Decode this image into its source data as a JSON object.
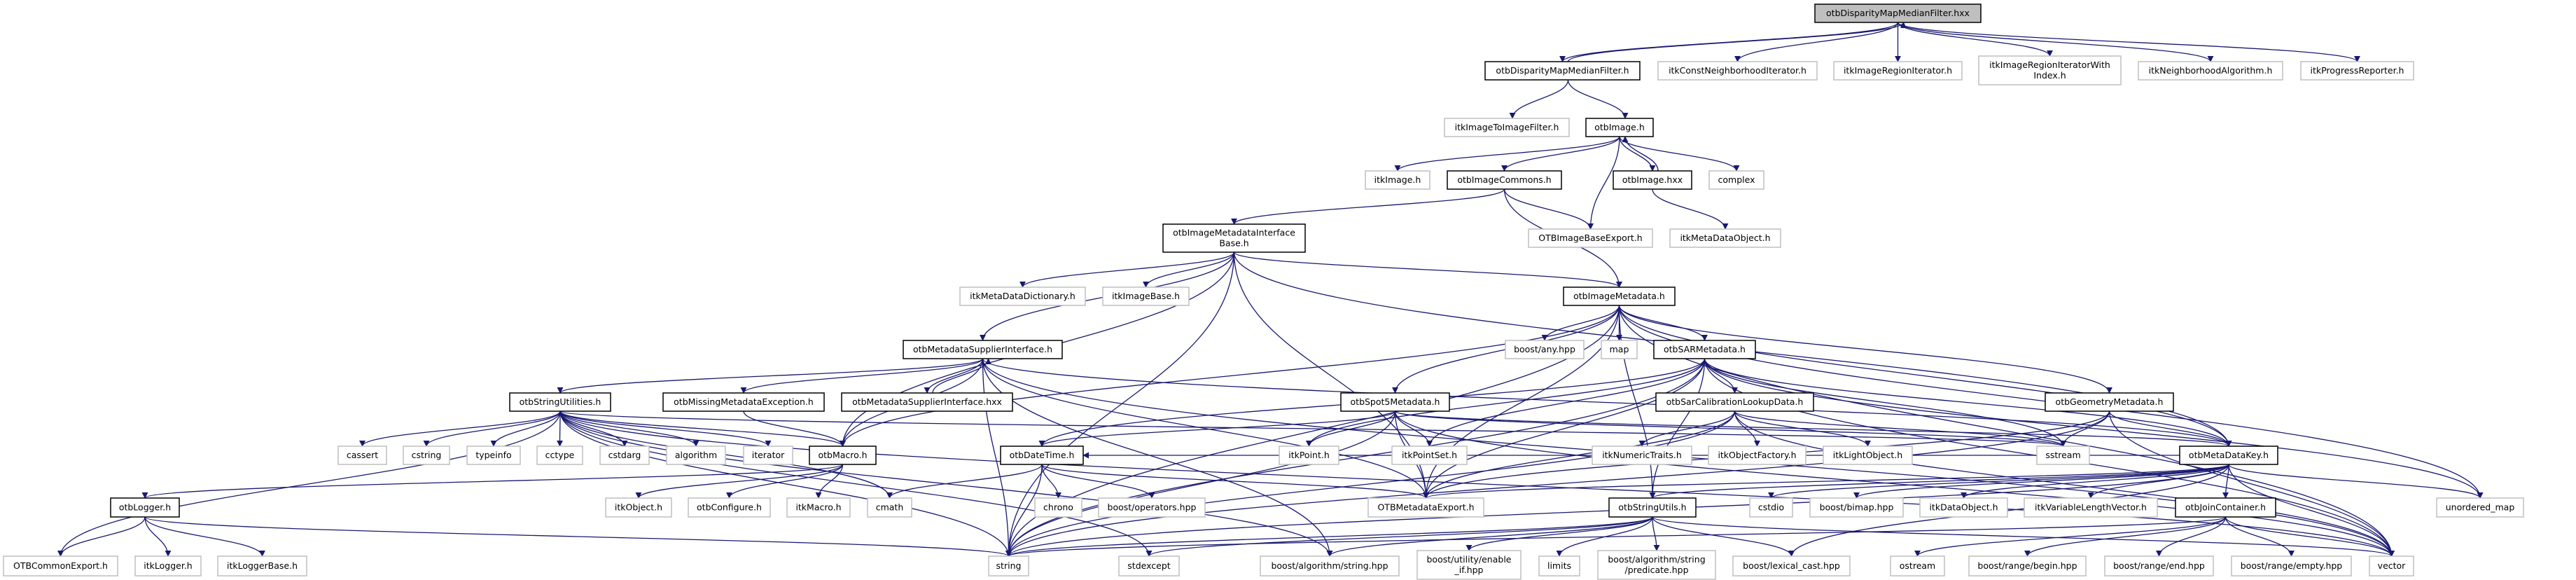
{
  "colors": {
    "edge": "#191970",
    "root_fill": "#bfbfbf",
    "documented_border": "#000000",
    "external_border": "#bfbfbf"
  },
  "nodes": [
    {
      "id": "root",
      "lines": [
        "otbDisparityMapMedianFilter.hxx"
      ],
      "kind": "root"
    },
    {
      "id": "dmmf_h",
      "lines": [
        "otbDisparityMapMedianFilter.h"
      ],
      "kind": "documented"
    },
    {
      "id": "itkConstNeighborhoodIterator",
      "lines": [
        "itkConstNeighborhoodIterator.h"
      ],
      "kind": "external"
    },
    {
      "id": "itkImageRegionIterator",
      "lines": [
        "itkImageRegionIterator.h"
      ],
      "kind": "external"
    },
    {
      "id": "itkImageRegionIteratorWithIndex",
      "lines": [
        "itkImageRegionIteratorWith",
        "Index.h"
      ],
      "kind": "external"
    },
    {
      "id": "itkNeighborhoodAlgorithm",
      "lines": [
        "itkNeighborhoodAlgorithm.h"
      ],
      "kind": "external"
    },
    {
      "id": "itkProgressReporter",
      "lines": [
        "itkProgressReporter.h"
      ],
      "kind": "external"
    },
    {
      "id": "itkImageToImageFilter",
      "lines": [
        "itkImageToImageFilter.h"
      ],
      "kind": "external"
    },
    {
      "id": "otbImage_h",
      "lines": [
        "otbImage.h"
      ],
      "kind": "documented"
    },
    {
      "id": "itkImage",
      "lines": [
        "itkImage.h"
      ],
      "kind": "external"
    },
    {
      "id": "otbImageCommons",
      "lines": [
        "otbImageCommons.h"
      ],
      "kind": "documented"
    },
    {
      "id": "otbImage_hxx",
      "lines": [
        "otbImage.hxx"
      ],
      "kind": "documented"
    },
    {
      "id": "complex",
      "lines": [
        "complex"
      ],
      "kind": "external"
    },
    {
      "id": "otbImageMetadataInterfaceBase",
      "lines": [
        "otbImageMetadataInterface",
        "Base.h"
      ],
      "kind": "documented"
    },
    {
      "id": "OTBImageBaseExport",
      "lines": [
        "OTBImageBaseExport.h"
      ],
      "kind": "external"
    },
    {
      "id": "itkMetaDataObject",
      "lines": [
        "itkMetaDataObject.h"
      ],
      "kind": "external"
    },
    {
      "id": "itkMetaDataDictionary",
      "lines": [
        "itkMetaDataDictionary.h"
      ],
      "kind": "external"
    },
    {
      "id": "itkImageBase",
      "lines": [
        "itkImageBase.h"
      ],
      "kind": "external"
    },
    {
      "id": "otbImageMetadata",
      "lines": [
        "otbImageMetadata.h"
      ],
      "kind": "documented"
    },
    {
      "id": "otbMetadataSupplierInterface_h",
      "lines": [
        "otbMetadataSupplierInterface.h"
      ],
      "kind": "documented"
    },
    {
      "id": "boost_any",
      "lines": [
        "boost/any.hpp"
      ],
      "kind": "external"
    },
    {
      "id": "map",
      "lines": [
        "map"
      ],
      "kind": "external"
    },
    {
      "id": "otbSARMetadata",
      "lines": [
        "otbSARMetadata.h"
      ],
      "kind": "documented"
    },
    {
      "id": "otbStringUtilities",
      "lines": [
        "otbStringUtilities.h"
      ],
      "kind": "documented"
    },
    {
      "id": "otbMissingMetadataException",
      "lines": [
        "otbMissingMetadataException.h"
      ],
      "kind": "documented"
    },
    {
      "id": "otbMetadataSupplierInterface_hxx",
      "lines": [
        "otbMetadataSupplierInterface.hxx"
      ],
      "kind": "documented"
    },
    {
      "id": "otbSpot5Metadata",
      "lines": [
        "otbSpot5Metadata.h"
      ],
      "kind": "documented"
    },
    {
      "id": "otbSarCalibrationLookupData",
      "lines": [
        "otbSarCalibrationLookupData.h"
      ],
      "kind": "documented"
    },
    {
      "id": "otbGeometryMetadata",
      "lines": [
        "otbGeometryMetadata.h"
      ],
      "kind": "documented"
    },
    {
      "id": "cassert",
      "lines": [
        "cassert"
      ],
      "kind": "external"
    },
    {
      "id": "cstring",
      "lines": [
        "cstring"
      ],
      "kind": "external"
    },
    {
      "id": "typeinfo",
      "lines": [
        "typeinfo"
      ],
      "kind": "external"
    },
    {
      "id": "cctype",
      "lines": [
        "cctype"
      ],
      "kind": "external"
    },
    {
      "id": "cstdarg",
      "lines": [
        "cstdarg"
      ],
      "kind": "external"
    },
    {
      "id": "algorithm",
      "lines": [
        "algorithm"
      ],
      "kind": "external"
    },
    {
      "id": "iterator",
      "lines": [
        "iterator"
      ],
      "kind": "external"
    },
    {
      "id": "otbMacro",
      "lines": [
        "otbMacro.h"
      ],
      "kind": "documented"
    },
    {
      "id": "otbDateTime",
      "lines": [
        "otbDateTime.h"
      ],
      "kind": "documented"
    },
    {
      "id": "itkPoint",
      "lines": [
        "itkPoint.h"
      ],
      "kind": "external"
    },
    {
      "id": "itkPointSet",
      "lines": [
        "itkPointSet.h"
      ],
      "kind": "external"
    },
    {
      "id": "itkNumericTraits",
      "lines": [
        "itkNumericTraits.h"
      ],
      "kind": "external"
    },
    {
      "id": "itkObjectFactory",
      "lines": [
        "itkObjectFactory.h"
      ],
      "kind": "external"
    },
    {
      "id": "itkLightObject",
      "lines": [
        "itkLightObject.h"
      ],
      "kind": "external"
    },
    {
      "id": "sstream",
      "lines": [
        "sstream"
      ],
      "kind": "external"
    },
    {
      "id": "otbMetaDataKey",
      "lines": [
        "otbMetaDataKey.h"
      ],
      "kind": "documented"
    },
    {
      "id": "otbLogger",
      "lines": [
        "otbLogger.h"
      ],
      "kind": "documented"
    },
    {
      "id": "itkObject",
      "lines": [
        "itkObject.h"
      ],
      "kind": "external"
    },
    {
      "id": "otbConfigure",
      "lines": [
        "otbConfigure.h"
      ],
      "kind": "external"
    },
    {
      "id": "itkMacro",
      "lines": [
        "itkMacro.h"
      ],
      "kind": "external"
    },
    {
      "id": "cmath",
      "lines": [
        "cmath"
      ],
      "kind": "external"
    },
    {
      "id": "chrono",
      "lines": [
        "chrono"
      ],
      "kind": "external"
    },
    {
      "id": "boost_operators",
      "lines": [
        "boost/operators.hpp"
      ],
      "kind": "external"
    },
    {
      "id": "OTBMetadataExport",
      "lines": [
        "OTBMetadataExport.h"
      ],
      "kind": "external"
    },
    {
      "id": "otbStringUtils",
      "lines": [
        "otbStringUtils.h"
      ],
      "kind": "documented"
    },
    {
      "id": "cstdio",
      "lines": [
        "cstdio"
      ],
      "kind": "external"
    },
    {
      "id": "boost_bimap",
      "lines": [
        "boost/bimap.hpp"
      ],
      "kind": "external"
    },
    {
      "id": "itkDataObject",
      "lines": [
        "itkDataObject.h"
      ],
      "kind": "external"
    },
    {
      "id": "itkVariableLengthVector",
      "lines": [
        "itkVariableLengthVector.h"
      ],
      "kind": "external"
    },
    {
      "id": "otbJoinContainer",
      "lines": [
        "otbJoinContainer.h"
      ],
      "kind": "documented"
    },
    {
      "id": "unordered_map",
      "lines": [
        "unordered_map"
      ],
      "kind": "external"
    },
    {
      "id": "OTBCommonExport",
      "lines": [
        "OTBCommonExport.h"
      ],
      "kind": "external"
    },
    {
      "id": "itkLogger",
      "lines": [
        "itkLogger.h"
      ],
      "kind": "external"
    },
    {
      "id": "itkLoggerBase",
      "lines": [
        "itkLoggerBase.h"
      ],
      "kind": "external"
    },
    {
      "id": "string",
      "lines": [
        "string"
      ],
      "kind": "external"
    },
    {
      "id": "stdexcept",
      "lines": [
        "stdexcept"
      ],
      "kind": "external"
    },
    {
      "id": "boost_algorithm_string",
      "lines": [
        "boost/algorithm/string.hpp"
      ],
      "kind": "external"
    },
    {
      "id": "boost_enable_if",
      "lines": [
        "boost/utility/enable",
        "_if.hpp"
      ],
      "kind": "external"
    },
    {
      "id": "limits",
      "lines": [
        "limits"
      ],
      "kind": "external"
    },
    {
      "id": "boost_predicate",
      "lines": [
        "boost/algorithm/string",
        "/predicate.hpp"
      ],
      "kind": "external"
    },
    {
      "id": "boost_lexical_cast",
      "lines": [
        "boost/lexical_cast.hpp"
      ],
      "kind": "external"
    },
    {
      "id": "ostream",
      "lines": [
        "ostream"
      ],
      "kind": "external"
    },
    {
      "id": "boost_range_begin",
      "lines": [
        "boost/range/begin.hpp"
      ],
      "kind": "external"
    },
    {
      "id": "boost_range_end",
      "lines": [
        "boost/range/end.hpp"
      ],
      "kind": "external"
    },
    {
      "id": "boost_range_empty",
      "lines": [
        "boost/range/empty.hpp"
      ],
      "kind": "external"
    },
    {
      "id": "vector",
      "lines": [
        "vector"
      ],
      "kind": "external"
    }
  ],
  "edges": [
    [
      "root",
      "dmmf_h"
    ],
    [
      "dmmf_h",
      "root"
    ],
    [
      "root",
      "itkConstNeighborhoodIterator"
    ],
    [
      "root",
      "itkImageRegionIterator"
    ],
    [
      "root",
      "itkImageRegionIteratorWithIndex"
    ],
    [
      "root",
      "itkNeighborhoodAlgorithm"
    ],
    [
      "root",
      "itkProgressReporter"
    ],
    [
      "dmmf_h",
      "itkImageToImageFilter"
    ],
    [
      "dmmf_h",
      "otbImage_h"
    ],
    [
      "otbImage_h",
      "itkImage"
    ],
    [
      "otbImage_h",
      "otbImageCommons"
    ],
    [
      "otbImage_h",
      "OTBImageBaseExport"
    ],
    [
      "otbImage_h",
      "otbImage_hxx"
    ],
    [
      "otbImage_h",
      "complex"
    ],
    [
      "otbImage_hxx",
      "otbImage_h"
    ],
    [
      "otbImage_hxx",
      "itkMetaDataObject"
    ],
    [
      "otbImageCommons",
      "otbImageMetadataInterfaceBase"
    ],
    [
      "otbImageCommons",
      "OTBImageBaseExport"
    ],
    [
      "otbImageCommons",
      "otbImageMetadata"
    ],
    [
      "otbImageMetadataInterfaceBase",
      "itkMetaDataDictionary"
    ],
    [
      "otbImageMetadataInterfaceBase",
      "itkImageBase"
    ],
    [
      "otbImageMetadataInterfaceBase",
      "otbMetadataSupplierInterface_h"
    ],
    [
      "otbImageMetadataInterfaceBase",
      "OTBMetadataExport"
    ],
    [
      "otbImageMetadataInterfaceBase",
      "otbImageMetadata"
    ],
    [
      "otbImageMetadataInterfaceBase",
      "otbMetaDataKey"
    ],
    [
      "otbImageMetadataInterfaceBase",
      "string"
    ],
    [
      "otbImageMetadataInterfaceBase",
      "otbMacro"
    ],
    [
      "otbMetadataSupplierInterface_h",
      "otbStringUtilities"
    ],
    [
      "otbMetadataSupplierInterface_h",
      "otbMissingMetadataException"
    ],
    [
      "otbMetadataSupplierInterface_h",
      "otbMetadataSupplierInterface_hxx"
    ],
    [
      "otbMetadataSupplierInterface_h",
      "boost_algorithm_string"
    ],
    [
      "otbMetadataSupplierInterface_h",
      "OTBMetadataExport"
    ],
    [
      "otbMetadataSupplierInterface_h",
      "otbMetaDataKey"
    ],
    [
      "otbMetadataSupplierInterface_h",
      "string"
    ],
    [
      "otbMetadataSupplierInterface_h",
      "vector"
    ],
    [
      "otbMetadataSupplierInterface_h",
      "otbMacro"
    ],
    [
      "otbMetadataSupplierInterface_hxx",
      "otbMetadataSupplierInterface_h"
    ],
    [
      "otbMissingMetadataException",
      "otbMacro"
    ],
    [
      "otbStringUtilities",
      "cassert"
    ],
    [
      "otbStringUtilities",
      "cstring"
    ],
    [
      "otbStringUtilities",
      "typeinfo"
    ],
    [
      "otbStringUtilities",
      "cctype"
    ],
    [
      "otbStringUtilities",
      "cstdarg"
    ],
    [
      "otbStringUtilities",
      "algorithm"
    ],
    [
      "otbStringUtilities",
      "iterator"
    ],
    [
      "otbStringUtilities",
      "otbMacro"
    ],
    [
      "otbStringUtilities",
      "cmath"
    ],
    [
      "otbStringUtilities",
      "OTBCommonExport"
    ],
    [
      "otbStringUtilities",
      "string"
    ],
    [
      "otbStringUtilities",
      "vector"
    ],
    [
      "otbStringUtilities",
      "stdexcept"
    ],
    [
      "otbStringUtilities",
      "sstream"
    ],
    [
      "otbStringUtilities",
      "boost_algorithm_string"
    ],
    [
      "otbMacro",
      "otbLogger"
    ],
    [
      "otbMacro",
      "itkObject"
    ],
    [
      "otbMacro",
      "otbConfigure"
    ],
    [
      "otbMacro",
      "itkMacro"
    ],
    [
      "otbLogger",
      "OTBCommonExport"
    ],
    [
      "otbLogger",
      "itkLogger"
    ],
    [
      "otbLogger",
      "itkLoggerBase"
    ],
    [
      "otbLogger",
      "string"
    ],
    [
      "otbDateTime",
      "cmath"
    ],
    [
      "otbDateTime",
      "string"
    ],
    [
      "otbDateTime",
      "chrono"
    ],
    [
      "otbDateTime",
      "boost_operators"
    ],
    [
      "otbDateTime",
      "OTBMetadataExport"
    ],
    [
      "otbImageMetadata",
      "boost_any"
    ],
    [
      "otbImageMetadata",
      "map"
    ],
    [
      "otbImageMetadata",
      "otbSARMetadata"
    ],
    [
      "otbImageMetadata",
      "otbSpot5Metadata"
    ],
    [
      "otbImageMetadata",
      "otbGeometryMetadata"
    ],
    [
      "otbImageMetadata",
      "otbMetaDataKey"
    ],
    [
      "otbImageMetadata",
      "OTBMetadataExport"
    ],
    [
      "otbImageMetadata",
      "string"
    ],
    [
      "otbImageMetadata",
      "vector"
    ],
    [
      "otbImageMetadata",
      "unordered_map"
    ],
    [
      "otbImageMetadata",
      "otbStringUtils"
    ],
    [
      "otbImageMetadata",
      "otbMacro"
    ],
    [
      "otbSARMetadata",
      "otbDateTime"
    ],
    [
      "otbSARMetadata",
      "itkPoint"
    ],
    [
      "otbSARMetadata",
      "itkPointSet"
    ],
    [
      "otbSARMetadata",
      "otbSarCalibrationLookupData"
    ],
    [
      "otbSARMetadata",
      "OTBMetadataExport"
    ],
    [
      "otbSARMetadata",
      "string"
    ],
    [
      "otbSARMetadata",
      "vector"
    ],
    [
      "otbSARMetadata",
      "sstream"
    ],
    [
      "otbSARMetadata",
      "otbMetaDataKey"
    ],
    [
      "otbSARMetadata",
      "unordered_map"
    ],
    [
      "otbSARMetadata",
      "otbStringUtils"
    ],
    [
      "otbSpot5Metadata",
      "itkPoint"
    ],
    [
      "otbSpot5Metadata",
      "itkPointSet"
    ],
    [
      "otbSpot5Metadata",
      "OTBMetadataExport"
    ],
    [
      "otbSpot5Metadata",
      "otbDateTime"
    ],
    [
      "otbSpot5Metadata",
      "otbMetaDataKey"
    ],
    [
      "otbSpot5Metadata",
      "sstream"
    ],
    [
      "otbSpot5Metadata",
      "string"
    ],
    [
      "otbSpot5Metadata",
      "vector"
    ],
    [
      "otbSarCalibrationLookupData",
      "itkNumericTraits"
    ],
    [
      "otbSarCalibrationLookupData",
      "itkObjectFactory"
    ],
    [
      "otbSarCalibrationLookupData",
      "itkLightObject"
    ],
    [
      "otbSarCalibrationLookupData",
      "OTBMetadataExport"
    ],
    [
      "otbSarCalibrationLookupData",
      "string"
    ],
    [
      "otbSarCalibrationLookupData",
      "sstream"
    ],
    [
      "otbSarCalibrationLookupData",
      "vector"
    ],
    [
      "otbGeometryMetadata",
      "sstream"
    ],
    [
      "otbGeometryMetadata",
      "otbMetaDataKey"
    ],
    [
      "otbGeometryMetadata",
      "OTBMetadataExport"
    ],
    [
      "otbGeometryMetadata",
      "vector"
    ],
    [
      "otbGeometryMetadata",
      "string"
    ],
    [
      "otbMetaDataKey",
      "OTBMetadataExport"
    ],
    [
      "otbMetaDataKey",
      "otbStringUtils"
    ],
    [
      "otbMetaDataKey",
      "cstdio"
    ],
    [
      "otbMetaDataKey",
      "boost_bimap"
    ],
    [
      "otbMetaDataKey",
      "itkDataObject"
    ],
    [
      "otbMetaDataKey",
      "itkVariableLengthVector"
    ],
    [
      "otbMetaDataKey",
      "otbJoinContainer"
    ],
    [
      "otbMetaDataKey",
      "unordered_map"
    ],
    [
      "otbMetaDataKey",
      "vector"
    ],
    [
      "otbMetaDataKey",
      "string"
    ],
    [
      "otbMetaDataKey",
      "boost_lexical_cast"
    ],
    [
      "otbMetaDataKey",
      "otbDateTime"
    ],
    [
      "otbStringUtils",
      "string"
    ],
    [
      "otbStringUtils",
      "boost_algorithm_string"
    ],
    [
      "otbStringUtils",
      "boost_enable_if"
    ],
    [
      "otbStringUtils",
      "limits"
    ],
    [
      "otbStringUtils",
      "boost_predicate"
    ],
    [
      "otbStringUtils",
      "boost_lexical_cast"
    ],
    [
      "otbStringUtils",
      "vector"
    ],
    [
      "otbStringUtils",
      "stdexcept"
    ],
    [
      "otbJoinContainer",
      "string"
    ],
    [
      "otbJoinContainer",
      "ostream"
    ],
    [
      "otbJoinContainer",
      "boost_range_begin"
    ],
    [
      "otbJoinContainer",
      "boost_range_end"
    ],
    [
      "otbJoinContainer",
      "boost_range_empty"
    ],
    [
      "otbJoinContainer",
      "vector"
    ]
  ]
}
